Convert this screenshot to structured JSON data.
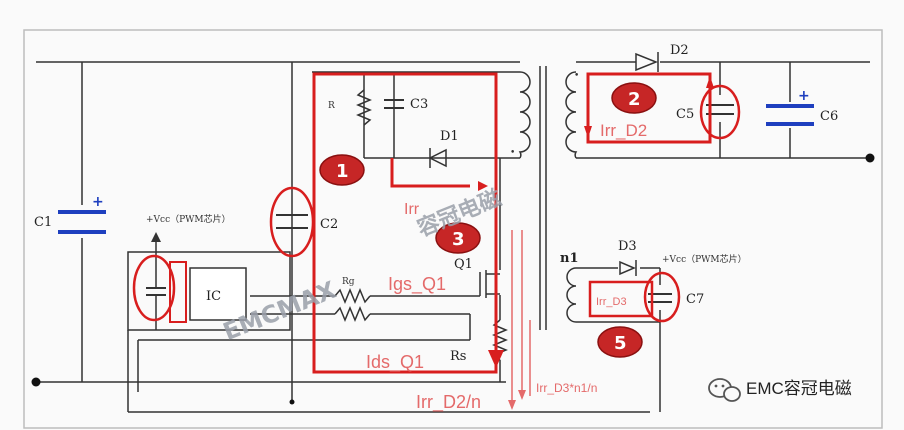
{
  "labels": {
    "c1": "C1",
    "c2": "C2",
    "c3": "C3",
    "c5": "C5",
    "c6": "C6",
    "c7": "C7",
    "d1": "D1",
    "d2": "D2",
    "d3": "D3",
    "q1": "Q1",
    "rs": "Rs",
    "ic": "IC",
    "n1": "n1",
    "r1": "R",
    "rg": "Rg",
    "vcc_left": "+Vcc（PWM芯片）",
    "vcc_right": "+Vcc（PWM芯片）"
  },
  "currents": {
    "irr_d2": "Irr_D2",
    "irr_d3": "Irr_D3",
    "igs_q1": "Igs_Q1",
    "ids_q1": "Ids_Q1",
    "irr_d2_n": "Irr_D2/n",
    "irr_d3_n1_n": "Irr_D3*n1/n",
    "irr_d1": "Irr"
  },
  "badges": {
    "b1": "1",
    "b2": "2",
    "b3": "3",
    "b5": "5"
  },
  "watermarks": {
    "emcmax": "EMCMAX",
    "cn": "容冠电磁"
  },
  "brand": {
    "text": "EMC容冠电磁",
    "icon": "wechat-icon"
  },
  "colors": {
    "loop_red": "#d81e1e",
    "arrow_pink": "#e46a6a",
    "capacitor_blue": "#1e3fbf",
    "wire": "#333333"
  }
}
